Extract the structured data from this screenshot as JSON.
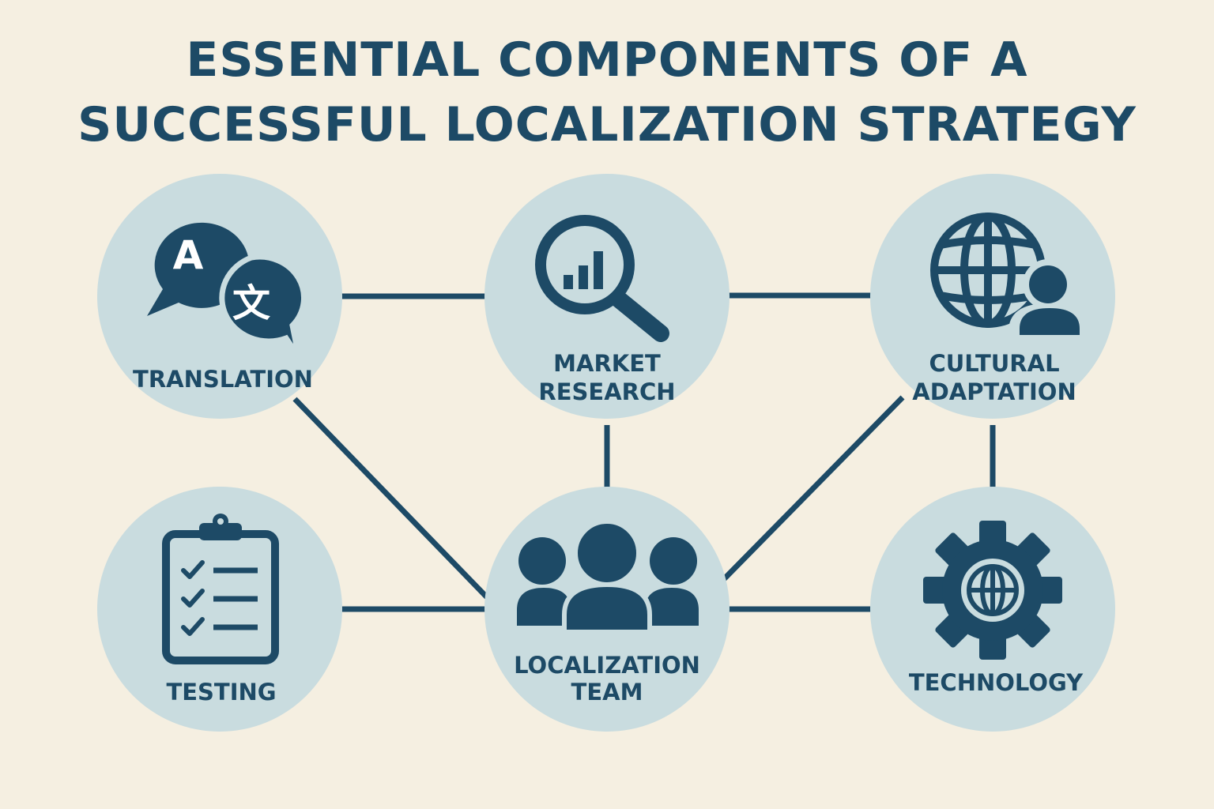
{
  "title": {
    "line1": "ESSENTIAL COMPONENTS OF A",
    "line2": "SUCCESSFUL LOCALIZATION STRATEGY"
  },
  "colors": {
    "background": "#f5efe1",
    "node_fill": "#c9dcdf",
    "primary": "#1d4a66"
  },
  "nodes": {
    "translation": {
      "label": "TRANSLATION",
      "icon": "translate-icon"
    },
    "market_research": {
      "label_line1": "MARKET",
      "label_line2": "RESEARCH",
      "icon": "magnifier-chart-icon"
    },
    "cultural_adaptation": {
      "label_line1": "CULTURAL",
      "label_line2": "ADAPTATION",
      "icon": "globe-person-icon"
    },
    "testing": {
      "label": "TESTING",
      "icon": "clipboard-checklist-icon"
    },
    "localization_team": {
      "label_line1": "LOCALIZATION",
      "label_line2": "TEAM",
      "icon": "team-icon"
    },
    "technology": {
      "label": "TECHNOLOGY",
      "icon": "gear-globe-icon"
    }
  },
  "connections": [
    [
      "translation",
      "market_research"
    ],
    [
      "market_research",
      "cultural_adaptation"
    ],
    [
      "translation",
      "localization_team"
    ],
    [
      "market_research",
      "localization_team"
    ],
    [
      "cultural_adaptation",
      "localization_team"
    ],
    [
      "cultural_adaptation",
      "technology"
    ],
    [
      "testing",
      "localization_team"
    ],
    [
      "localization_team",
      "technology"
    ]
  ]
}
